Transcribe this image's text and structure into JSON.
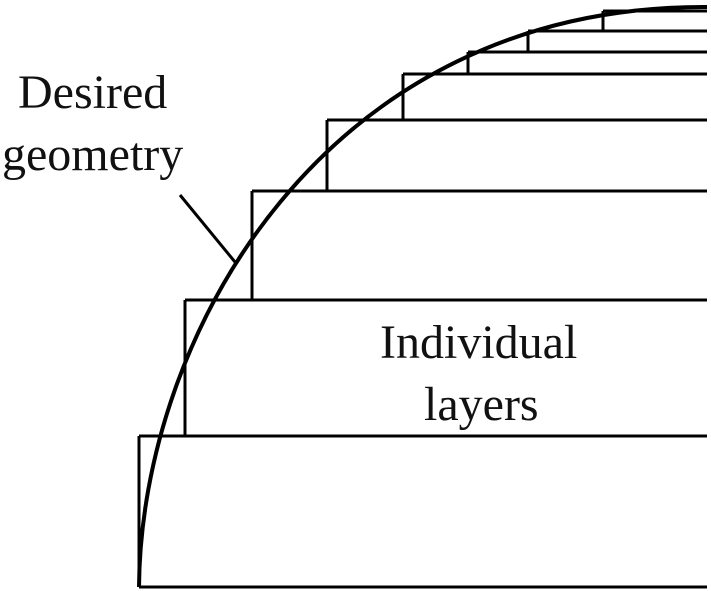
{
  "labels": {
    "desired_geometry_line1": "Desired",
    "desired_geometry_line2": "geometry",
    "individual_layers_line1": "Individual",
    "individual_layers_line2": "layers"
  },
  "colors": {
    "stroke": "#000000",
    "background": "#ffffff"
  }
}
